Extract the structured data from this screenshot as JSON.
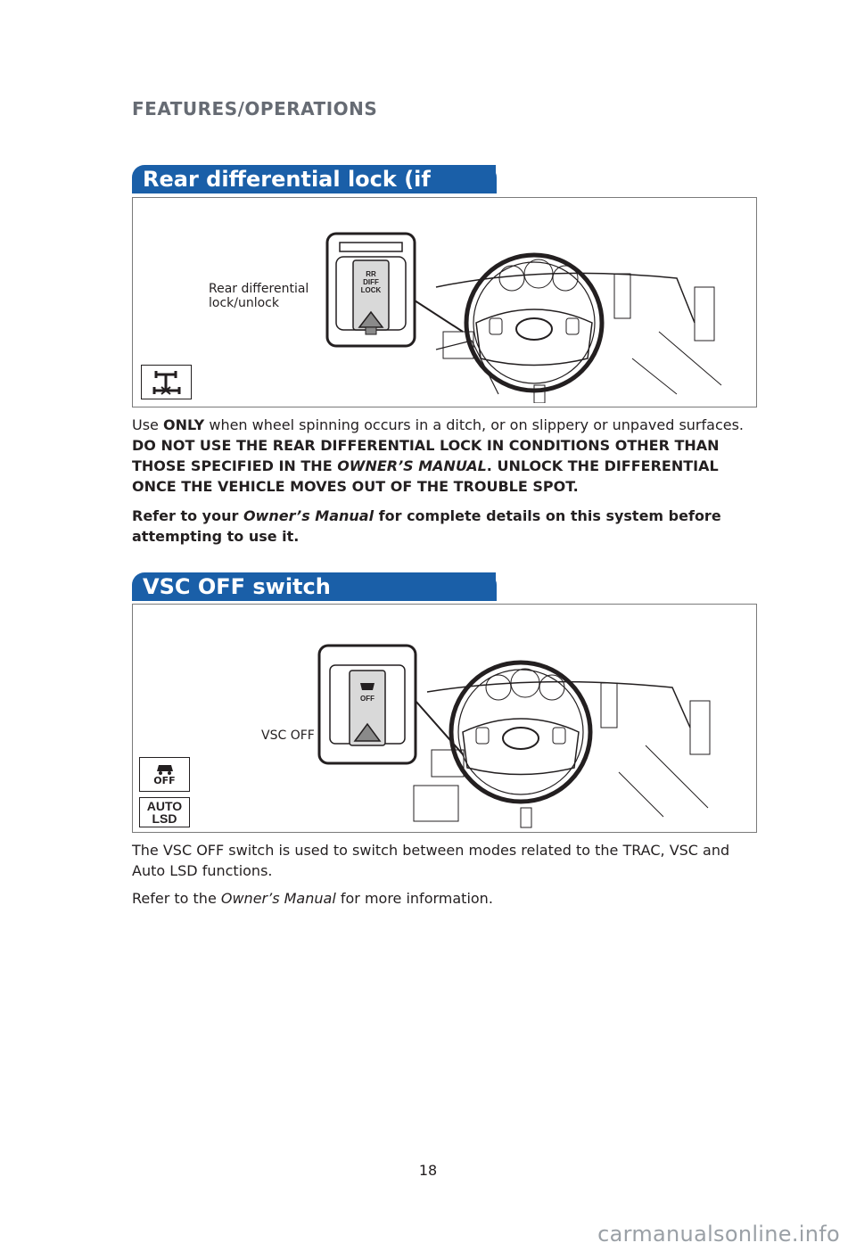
{
  "header": {
    "section": "FEATURES/OPERATIONS"
  },
  "rear_diff": {
    "title": "Rear differential lock (if equipped)",
    "callout": "Rear differential lock/unlock",
    "switch_text": [
      "RR",
      "DIFF",
      "LOCK"
    ],
    "para1": {
      "use": "Use ",
      "only": "ONLY",
      "rest": " when wheel spinning occurs in a ditch, or on slippery or unpaved surfaces. ",
      "warn1": "DO NOT USE THE REAR DIFFERENTIAL LOCK IN CONDITIONS OTHER THAN THOSE SPECIFIED IN THE ",
      "manual": "OWNER’S MANUAL",
      "warn2": ". UNLOCK THE DIFFERENTIAL ONCE THE VEHICLE MOVES OUT OF THE TROUBLE SPOT."
    },
    "para2": {
      "a": "Refer to your ",
      "manual": "Owner’s Manual",
      "b": " for complete details on this system before attempting to use it."
    }
  },
  "vsc": {
    "title": "VSC OFF switch",
    "callout": "VSC OFF",
    "switch_text": "OFF",
    "icon_off_label": "OFF",
    "icon_lsd_label": [
      "AUTO",
      "LSD"
    ],
    "para1": "The VSC OFF switch is used to switch between modes related to the TRAC, VSC and Auto LSD functions.",
    "para2": {
      "a": "Refer to the ",
      "manual": "Owner’s Manual",
      "b": " for more information."
    }
  },
  "footer": {
    "page_number": "18",
    "watermark": "carmanualsonline.info"
  },
  "colors": {
    "accent": "#1a5fa8",
    "header_gray": "#666b73"
  }
}
